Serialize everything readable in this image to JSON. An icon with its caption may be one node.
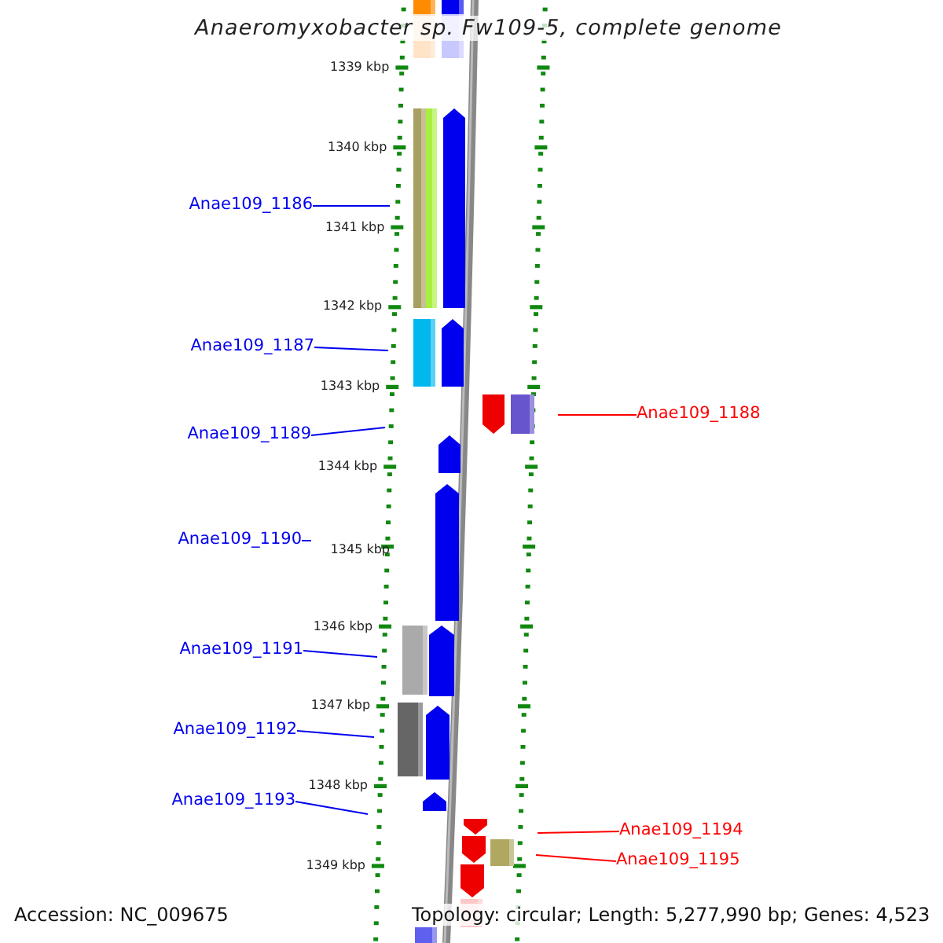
{
  "diagram": {
    "title": "Anaeromyxobacter sp. Fw109-5, complete genome",
    "nodes": [
      {
        "text": [
          "Anae109_1186"
        ]
      },
      {
        "text": [
          "Anae109_1187"
        ]
      },
      {
        "text": [
          "Anae109_1189"
        ]
      },
      {
        "text": [
          "Anae109_1190"
        ]
      },
      {
        "text": [
          "Anae109_1191"
        ]
      },
      {
        "text": [
          "Anae109_1192"
        ]
      },
      {
        "text": [
          "Anae109_1193"
        ]
      },
      {
        "text": [
          "Anae109_1188"
        ]
      },
      {
        "text": [
          "Anae109_1194"
        ]
      },
      {
        "text": [
          "Anae109_1195"
        ]
      }
    ],
    "edges": [
      {
        "from": 0,
        "to": null,
        "arrow": "none"
      },
      {
        "from": 1,
        "to": null,
        "arrow": "none"
      },
      {
        "from": 2,
        "to": null,
        "arrow": "none"
      },
      {
        "from": 3,
        "to": null,
        "arrow": "none"
      },
      {
        "from": 4,
        "to": null,
        "arrow": "none"
      },
      {
        "from": 5,
        "to": null,
        "arrow": "none"
      },
      {
        "from": 6,
        "to": null,
        "arrow": "none"
      },
      {
        "from": 7,
        "to": null,
        "arrow": "none",
        "color": "#ff0000"
      },
      {
        "from": 8,
        "to": null,
        "arrow": "none",
        "color": "#ff0000"
      },
      {
        "from": 9,
        "to": null,
        "arrow": "none",
        "color": "#ff0000"
      }
    ],
    "labels": [
      "1339 kbp",
      "1340 kbp",
      "1341 kbp",
      "1342 kbp",
      "1343 kbp",
      "1344 kbp",
      "1345 kbp",
      "1346 kbp",
      "1347 kbp",
      "1348 kbp",
      "1349 kbp",
      "Accession: NC_009675",
      "Topology: circular; Length: 5,277,990 bp; Genes: 4,523"
    ]
  }
}
